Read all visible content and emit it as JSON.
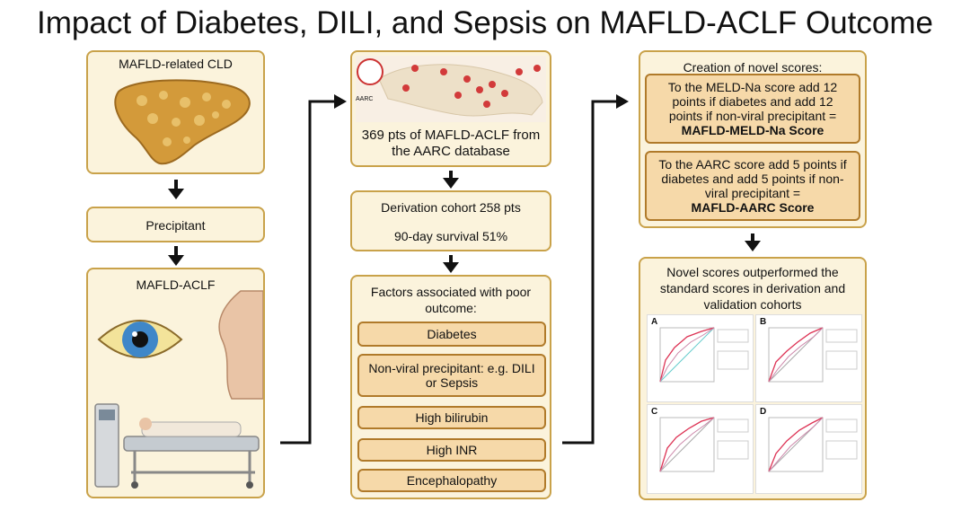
{
  "title": "Impact of Diabetes, DILI, and Sepsis on MAFLD-ACLF Outcome",
  "col1": {
    "box1_label": "MAFLD-related CLD",
    "box2_label": "Precipitant",
    "box3_label": "MAFLD-ACLF"
  },
  "col2": {
    "map_stamp": "AARC",
    "cohort_label": "369 pts of MAFLD-ACLF from the AARC database",
    "derivation_line1": "Derivation cohort 258 pts",
    "derivation_line2": "90-day survival 51%",
    "factors_title": "Factors associated with poor outcome:",
    "factors": [
      "Diabetes",
      "Non-viral precipitant: e.g. DILI or Sepsis",
      "High bilirubin",
      "High INR",
      "Encephalopathy"
    ]
  },
  "col3": {
    "scores_title": "Creation of novel scores:",
    "score1_text": "To the MELD-Na score add 12 points if diabetes and add 12 points if non-viral precipitant =",
    "score1_name": "MAFLD-MELD-Na Score",
    "score2_text": "To the AARC score add 5 points if diabetes and add 5 points if non-viral precipitant =",
    "score2_name": "MAFLD-AARC Score",
    "outcome_title": "Novel scores outperformed the standard scores in derivation and validation cohorts",
    "panels": [
      "A",
      "B",
      "C",
      "D"
    ]
  },
  "colors": {
    "box_fill": "#fbf3dc",
    "box_border": "#c9a24a",
    "pill_fill": "#f6d9a9",
    "pill_border": "#b07a2a"
  }
}
